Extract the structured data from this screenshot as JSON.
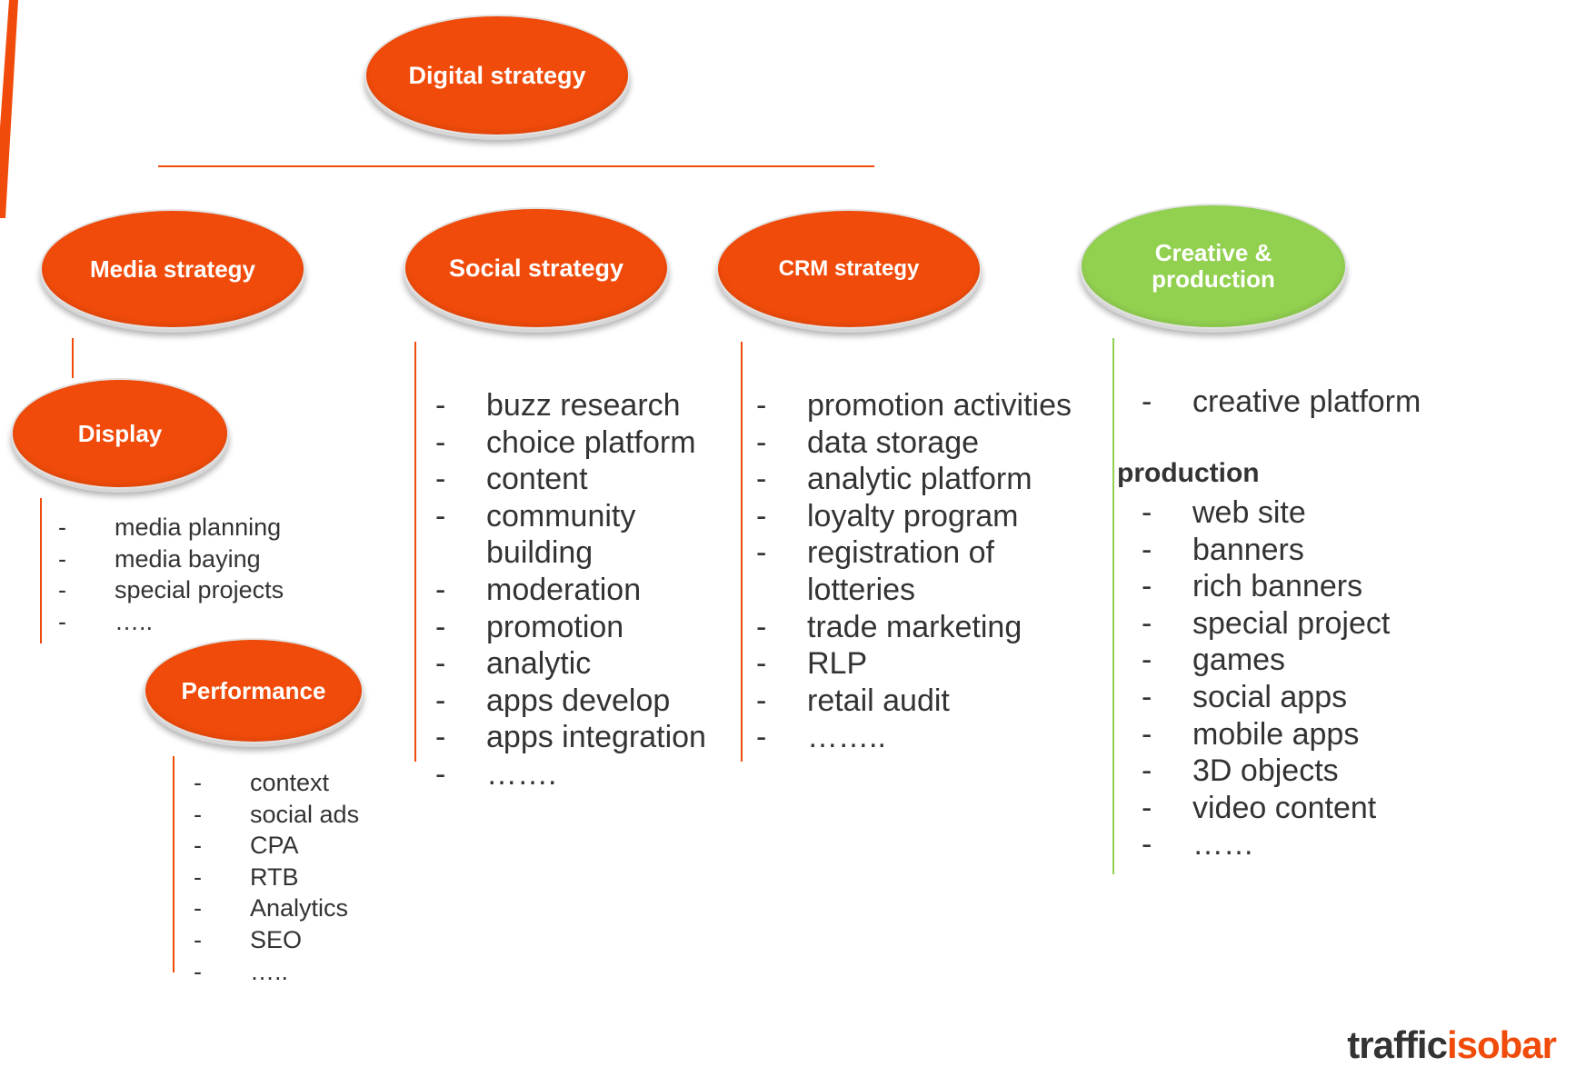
{
  "colors": {
    "accent": "#f04b0a",
    "green": "#92d050",
    "text": "#333333"
  },
  "nodes": {
    "digital_strategy": "Digital strategy",
    "media_strategy": "Media strategy",
    "social_strategy": "Social strategy",
    "crm_strategy": "CRM strategy",
    "creative_production": "Creative & production",
    "display": "Display",
    "performance": "Performance"
  },
  "lists": {
    "display": [
      "media planning",
      "media baying",
      "special projects",
      "….."
    ],
    "performance": [
      "context",
      "social ads",
      "CPA",
      "RTB",
      "Analytics",
      "SEO",
      "….."
    ],
    "social": [
      "buzz research",
      "choice platform",
      "content",
      "community building",
      "moderation",
      "promotion",
      "analytic",
      "apps develop",
      "apps integration",
      "……."
    ],
    "crm": [
      "promotion activities",
      "data storage",
      "analytic platform",
      "loyalty program",
      "registration of lotteries",
      "trade marketing",
      "RLP",
      "retail audit",
      "…….."
    ],
    "creative": [
      "creative platform"
    ],
    "production": [
      "web site",
      "banners",
      "rich banners",
      "special project",
      "games",
      "social apps",
      "mobile apps",
      "3D objects",
      "video content",
      "……"
    ]
  },
  "production_heading": "production",
  "brand": {
    "part1": "traffic",
    "part2": "isobar"
  }
}
